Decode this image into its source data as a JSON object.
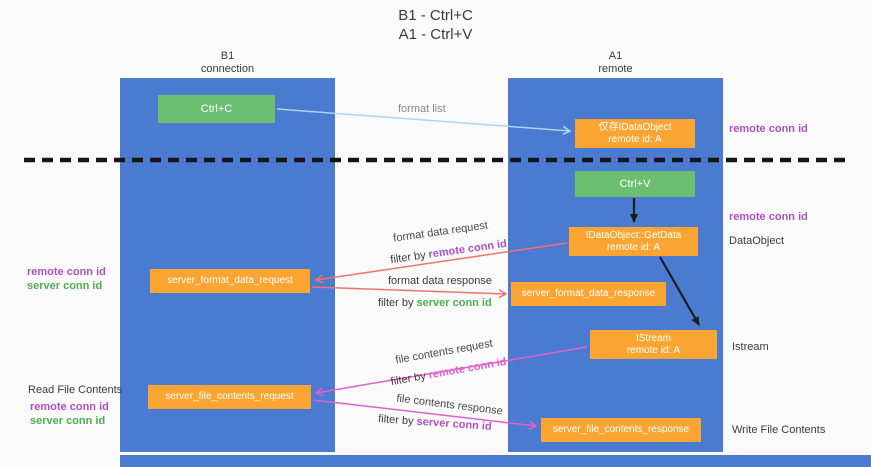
{
  "title": {
    "line1": "B1 - Ctrl+C",
    "line2": "A1 - Ctrl+V"
  },
  "lanes": {
    "left": {
      "name": "B1",
      "role": "connection"
    },
    "right": {
      "name": "A1",
      "role": "remote"
    }
  },
  "boxes": {
    "ctrl_c": {
      "label": "Ctrl+C"
    },
    "clipboard_cache": {
      "line1": "仅存IDataObject",
      "line2": "remote id: A"
    },
    "ctrl_v": {
      "label": "Ctrl+V"
    },
    "getdata": {
      "line1": "IDataObject::GetData",
      "line2": "remote id: A"
    },
    "istream": {
      "line1": "IStream",
      "line2": "remote id: A"
    },
    "server_format_data_request": {
      "label": "server_format_data_request"
    },
    "server_format_data_response": {
      "label": "server_format_data_response"
    },
    "server_file_contents_request": {
      "label": "server_file_contents_request"
    },
    "server_file_contents_response": {
      "label": "server_file_contents_response"
    }
  },
  "arrows": {
    "format_list": {
      "label": "format list"
    },
    "format_data_request": {
      "label": "format data request",
      "filter_prefix": "filter by ",
      "filter_key": "remote conn id"
    },
    "format_data_response": {
      "label": "format data response",
      "filter_prefix": "filter by ",
      "filter_key": "server conn id"
    },
    "file_contents_request": {
      "label": "file contents request",
      "filter_prefix": "filter by ",
      "filter_key": "remote conn id"
    },
    "file_contents_response": {
      "label": "file contents response",
      "filter_prefix": "filter by ",
      "filter_key": "server conn id"
    }
  },
  "side_labels": {
    "right_remote_conn_id_top": "remote conn id",
    "right_remote_conn_id_mid": "remote conn id",
    "dataobject": "DataObject",
    "istream": "Istream",
    "write_file_contents": "Write File Contents",
    "left_remote_conn_id_top": "remote conn id",
    "left_server_conn_id_top": "server conn id",
    "read_file_contents": "Read File Contents",
    "left_remote_conn_id_bottom": "remote conn id",
    "left_server_conn_id_bottom": "server conn id"
  },
  "colors": {
    "lane_blue": "#4a7bd0",
    "box_orange": "#faa532",
    "box_green": "#6cbe70",
    "purple_text": "#af4fc8",
    "green_text": "#4caf50",
    "pink_text": "#e25fd2",
    "arrow_blue": "#a9d6f5",
    "arrow_red": "#f0736b",
    "arrow_magenta": "#e25fd2",
    "arrow_black": "#1c1c1c",
    "background": "#fafafa"
  }
}
